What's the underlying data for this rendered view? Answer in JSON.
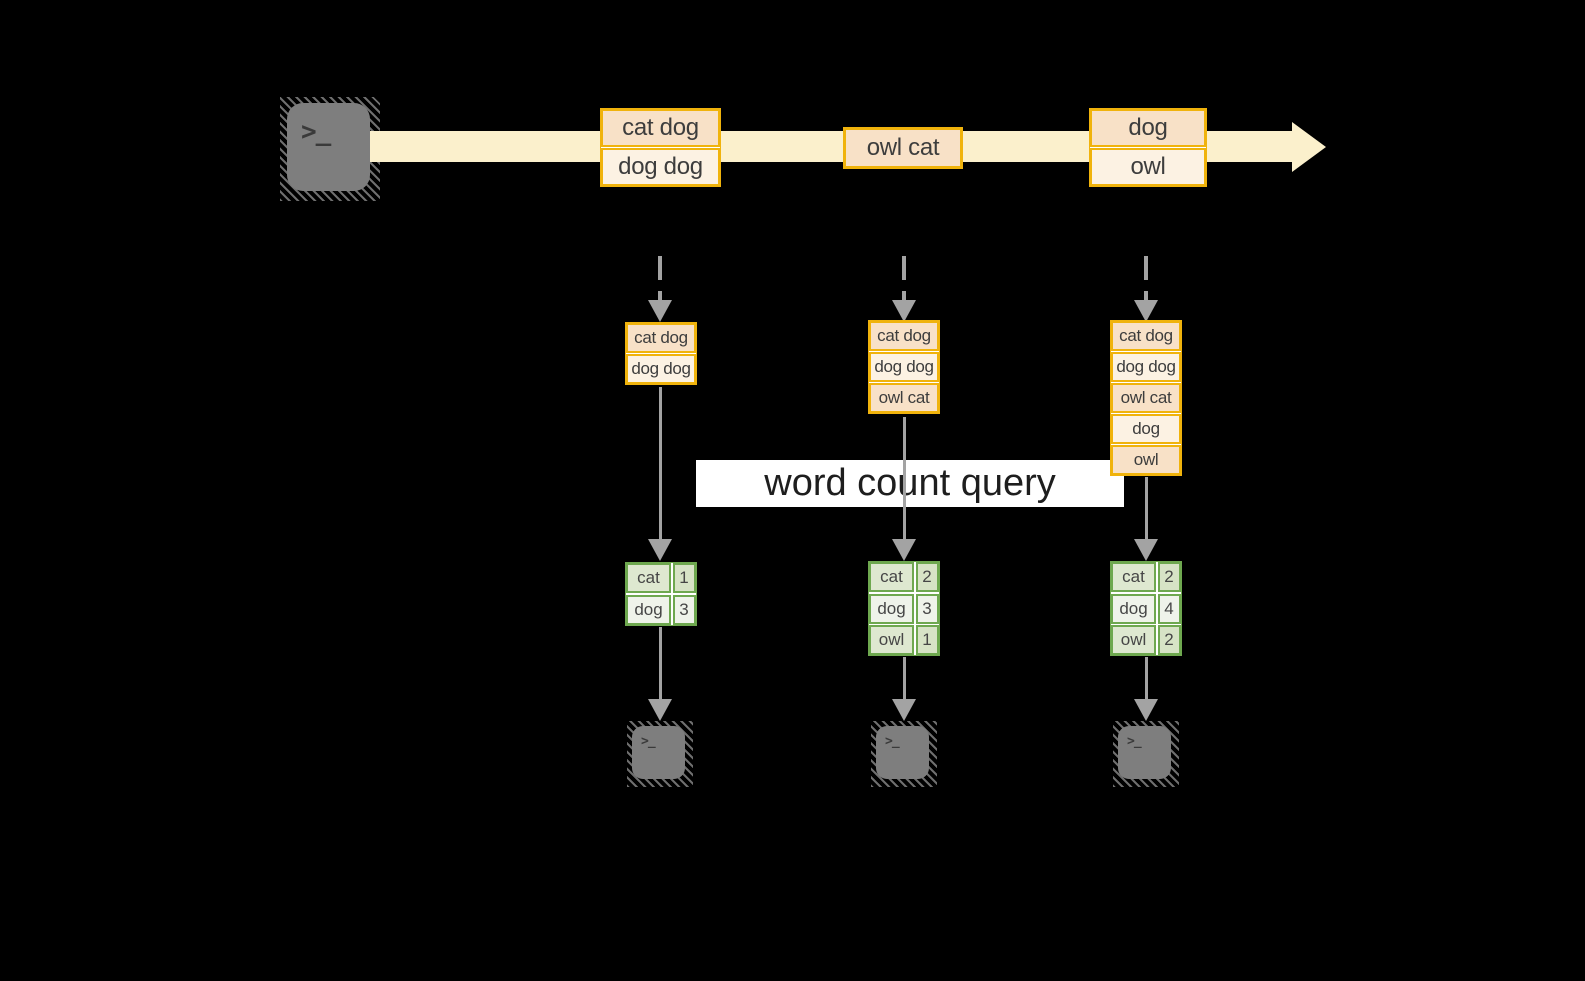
{
  "query": {
    "label": "word count query"
  },
  "source": {
    "icon": "terminal-icon",
    "glyph": ">_"
  },
  "stream": {
    "batches": [
      {
        "lines": [
          "cat dog",
          "dog dog"
        ]
      },
      {
        "lines": [
          "owl cat"
        ]
      },
      {
        "lines": [
          "dog",
          "owl"
        ]
      }
    ]
  },
  "columns": [
    {
      "accumulated_lines": [
        "cat dog",
        "dog dog"
      ],
      "counts": [
        [
          "cat",
          "1"
        ],
        [
          "dog",
          "3"
        ]
      ],
      "sink": {
        "icon": "terminal-icon",
        "glyph": ">_"
      }
    },
    {
      "accumulated_lines": [
        "cat dog",
        "dog dog",
        "owl cat"
      ],
      "counts": [
        [
          "cat",
          "2"
        ],
        [
          "dog",
          "3"
        ],
        [
          "owl",
          "1"
        ]
      ],
      "sink": {
        "icon": "terminal-icon",
        "glyph": ">_"
      }
    },
    {
      "accumulated_lines": [
        "cat dog",
        "dog dog",
        "owl cat",
        "dog",
        "owl"
      ],
      "counts": [
        [
          "cat",
          "2"
        ],
        [
          "dog",
          "4"
        ],
        [
          "owl",
          "2"
        ]
      ],
      "sink": {
        "icon": "terminal-icon",
        "glyph": ">_"
      }
    }
  ],
  "colors": {
    "gold": "#F0B30C",
    "peach": "#F8E1C7",
    "cream": "#FCF2E3",
    "band": "#FBF0CC",
    "green": "#6EA84F",
    "green-dark": "#DEE8D0",
    "green-darker": "#D7E3C6",
    "green-lite": "#EFF3EA",
    "arrow": "#A3A3A3",
    "term": "#7E7E7E",
    "hatch": "#6E6E6E",
    "ink": "#3D3D3D"
  }
}
